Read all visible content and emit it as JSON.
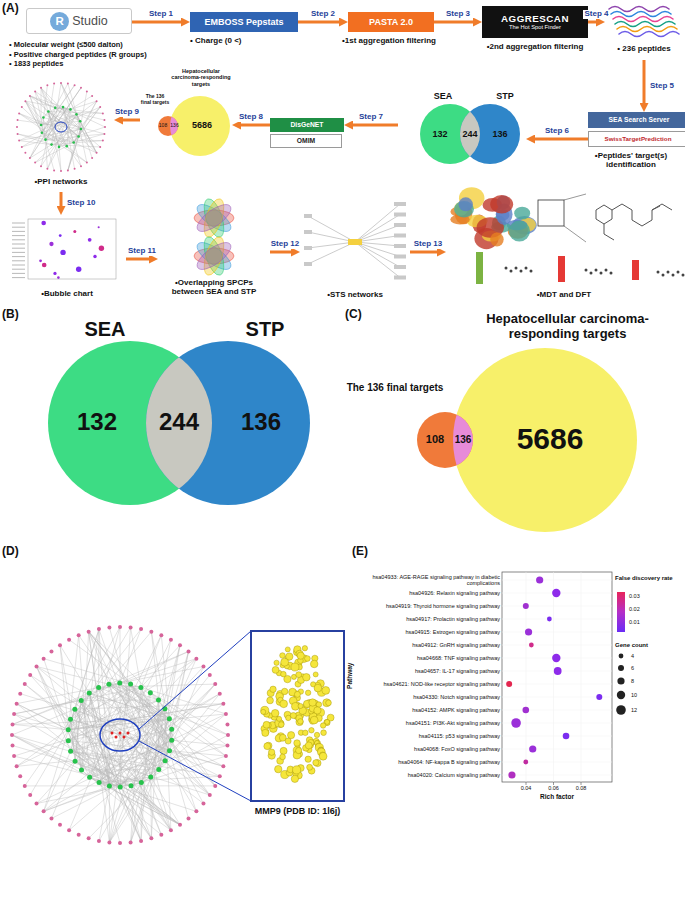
{
  "diagram": {
    "nodes": [
      {
        "text": [
          "R",
          "Studio",
          "• Molecular weight (≤500 dalton)",
          "• Positive charged peptides (R groups)",
          "• 1833 peptides"
        ]
      },
      {
        "text": [
          "EMBOSS Pepstats",
          "• Charge (0 <)"
        ]
      },
      {
        "text": [
          "PASTA 2.0",
          "•1st aggregation filtering"
        ]
      },
      {
        "text": [
          "AGGRESCAN",
          "The Hot Spot Finder",
          "•2nd aggregation filtering"
        ]
      },
      {
        "text": [
          "• 236 peptides"
        ]
      },
      {
        "text": [
          "SEA Search Server"
        ]
      },
      {
        "text": [
          "SwissTargetPrediction"
        ]
      },
      {
        "text": [
          "SEA",
          "STP",
          "132",
          "244",
          "136"
        ]
      },
      {
        "text": [
          "DisGeNET"
        ]
      },
      {
        "text": [
          "OMIM"
        ]
      },
      {
        "text": [
          "Hepatocellular carcinoma-responding targets",
          "The 136 final targets",
          "108",
          "136",
          "5686"
        ]
      },
      {
        "text": [
          "•PPI networks"
        ]
      },
      {
        "text": [
          "•Bubble chart"
        ]
      },
      {
        "text": [
          "•Overlapping SPCPs between SEA and STP"
        ]
      },
      {
        "text": [
          "•STS networks"
        ]
      },
      {
        "text": [
          "•MDT and DFT"
        ]
      },
      {
        "text": [
          "SEA",
          "STP",
          "132",
          "244",
          "136"
        ]
      },
      {
        "text": [
          "Hepatocellular carcinoma-responding targets",
          "The 136 final targets",
          "108",
          "136",
          "5686"
        ]
      },
      {
        "text": [
          "MMP9 (PDB ID: 1l6j)"
        ]
      }
    ],
    "edges": [
      {
        "from": 0,
        "to": 1,
        "label": "Step 1",
        "arrow": "to"
      },
      {
        "from": 1,
        "to": 2,
        "label": "Step 2",
        "arrow": "to"
      },
      {
        "from": 2,
        "to": 3,
        "label": "Step 3",
        "arrow": "to"
      },
      {
        "from": 3,
        "to": 4,
        "label": "Step 4",
        "arrow": "to"
      },
      {
        "from": 4,
        "to": 5,
        "label": "Step 5",
        "arrow": "to"
      },
      {
        "from": 6,
        "to": 7,
        "label": "Step 6",
        "arrow": "to"
      },
      {
        "from": 7,
        "to": 8,
        "label": "Step 7",
        "arrow": "to"
      },
      {
        "from": 8,
        "to": 10,
        "label": "Step 8",
        "arrow": "to"
      },
      {
        "from": 10,
        "to": 11,
        "label": "Step 9",
        "arrow": "to"
      },
      {
        "from": 11,
        "to": 12,
        "label": "Step 10",
        "arrow": "to"
      },
      {
        "from": 12,
        "to": 13,
        "label": "Step 11",
        "arrow": "to"
      },
      {
        "from": 13,
        "to": 14,
        "label": "Step 12",
        "arrow": "to"
      },
      {
        "from": 14,
        "to": 15,
        "label": "Step 13",
        "arrow": "to"
      }
    ],
    "labels": [
      "(A)",
      "(B)",
      "(C)",
      "(D)",
      "(E)",
      "•Peptides' target(s) identification",
      "Pathway",
      "hsa04933: AGE-RAGE signaling pathway in diabetic complications",
      "hsa04926: Relaxin signaling pathway",
      "hsa04919: Thyroid hormone signaling pathway",
      "hsa04917: Prolactin signaling pathway",
      "hsa04915: Estrogen signaling pathway",
      "hsa04912: GnRH signaling pathway",
      "hsa04668: TNF signaling pathway",
      "hsa04657: IL-17 signaling pathway",
      "hsa04621: NOD-like receptor signaling pathway",
      "hsa04330: Notch signaling pathway",
      "hsa04152: AMPK signaling pathway",
      "hsa04151: PI3K-Akt signaling pathway",
      "hsa04115: p53 signaling pathway",
      "hsa04068: FoxO signaling pathway",
      "hsa04064: NF-kappa B signaling pathway",
      "hsa04020: Calcium signaling pathway",
      "Rich factor",
      "0.04",
      "0.06",
      "0.08",
      "False discovery rate",
      "0.03",
      "0.02",
      "0.01",
      "Gene count",
      "4",
      "6",
      "8",
      "10",
      "12"
    ]
  }
}
